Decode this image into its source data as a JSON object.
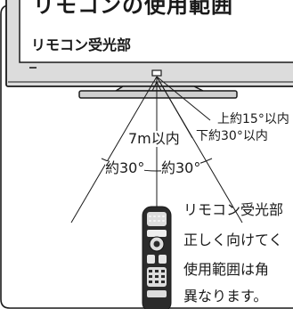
{
  "header": {
    "title": "リモコンの使用範囲"
  },
  "tv": {
    "receiver_label": "リモコン受光部"
  },
  "range": {
    "angle_up": "上約15°以内",
    "angle_down": "下約30°以内",
    "distance": "7m以内",
    "angle_left": "約30°",
    "angle_right": "約30°"
  },
  "note": {
    "lines": [
      "リモコン受光部",
      "正しく向けてく",
      "使用範囲は角",
      "異なります。"
    ]
  },
  "colors": {
    "line": "#1a1a1a",
    "tv_fill": "#dcdcdc",
    "screen_fill": "#ffffff",
    "background": "#ffffff"
  }
}
